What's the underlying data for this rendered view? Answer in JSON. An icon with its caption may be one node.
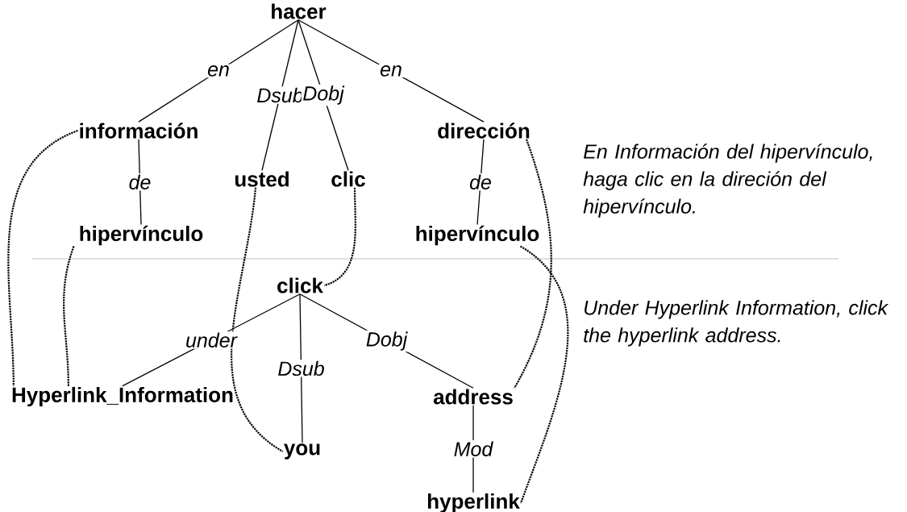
{
  "diagram": {
    "nodes": [
      {
        "text": [
          "hacer"
        ]
      },
      {
        "text": [
          "información"
        ]
      },
      {
        "text": [
          "usted"
        ]
      },
      {
        "text": [
          "clic"
        ]
      },
      {
        "text": [
          "dirección"
        ]
      },
      {
        "text": [
          "hipervínculo"
        ]
      },
      {
        "text": [
          "hipervínculo"
        ]
      },
      {
        "text": [
          "click"
        ]
      },
      {
        "text": [
          "Hyperlink_Information"
        ]
      },
      {
        "text": [
          "you"
        ]
      },
      {
        "text": [
          "address"
        ]
      },
      {
        "text": [
          "hyperlink"
        ]
      }
    ],
    "edges": [
      {
        "from": 0,
        "to": 1,
        "arrow": "none",
        "label": "en"
      },
      {
        "from": 0,
        "to": 2,
        "arrow": "none",
        "label": "Dsub"
      },
      {
        "from": 0,
        "to": 3,
        "arrow": "none",
        "label": "Dobj"
      },
      {
        "from": 0,
        "to": 4,
        "arrow": "none",
        "label": "en"
      },
      {
        "from": 1,
        "to": 5,
        "arrow": "none",
        "label": "de"
      },
      {
        "from": 4,
        "to": 6,
        "arrow": "none",
        "label": "de"
      },
      {
        "from": 7,
        "to": 8,
        "arrow": "none",
        "label": "under"
      },
      {
        "from": 7,
        "to": 9,
        "arrow": "none",
        "label": "Dsub"
      },
      {
        "from": 7,
        "to": 10,
        "arrow": "none",
        "label": "Dobj"
      },
      {
        "from": 10,
        "to": 11,
        "arrow": "none",
        "label": "Mod"
      },
      {
        "from": 1,
        "to": 8,
        "arrow": "none",
        "style": "dashed"
      },
      {
        "from": 5,
        "to": 8,
        "arrow": "none",
        "style": "dashed"
      },
      {
        "from": 2,
        "to": 9,
        "arrow": "none",
        "style": "dashed"
      },
      {
        "from": 3,
        "to": 7,
        "arrow": "none",
        "style": "dashed"
      },
      {
        "from": 4,
        "to": 10,
        "arrow": "none",
        "style": "dashed"
      },
      {
        "from": 6,
        "to": 11,
        "arrow": "none",
        "style": "dashed"
      }
    ],
    "labels": [
      "En Información del hipervínculo, haga clic en la direción del hipervínculo.",
      "Under Hyperlink Information, click the hyperlink address."
    ]
  }
}
